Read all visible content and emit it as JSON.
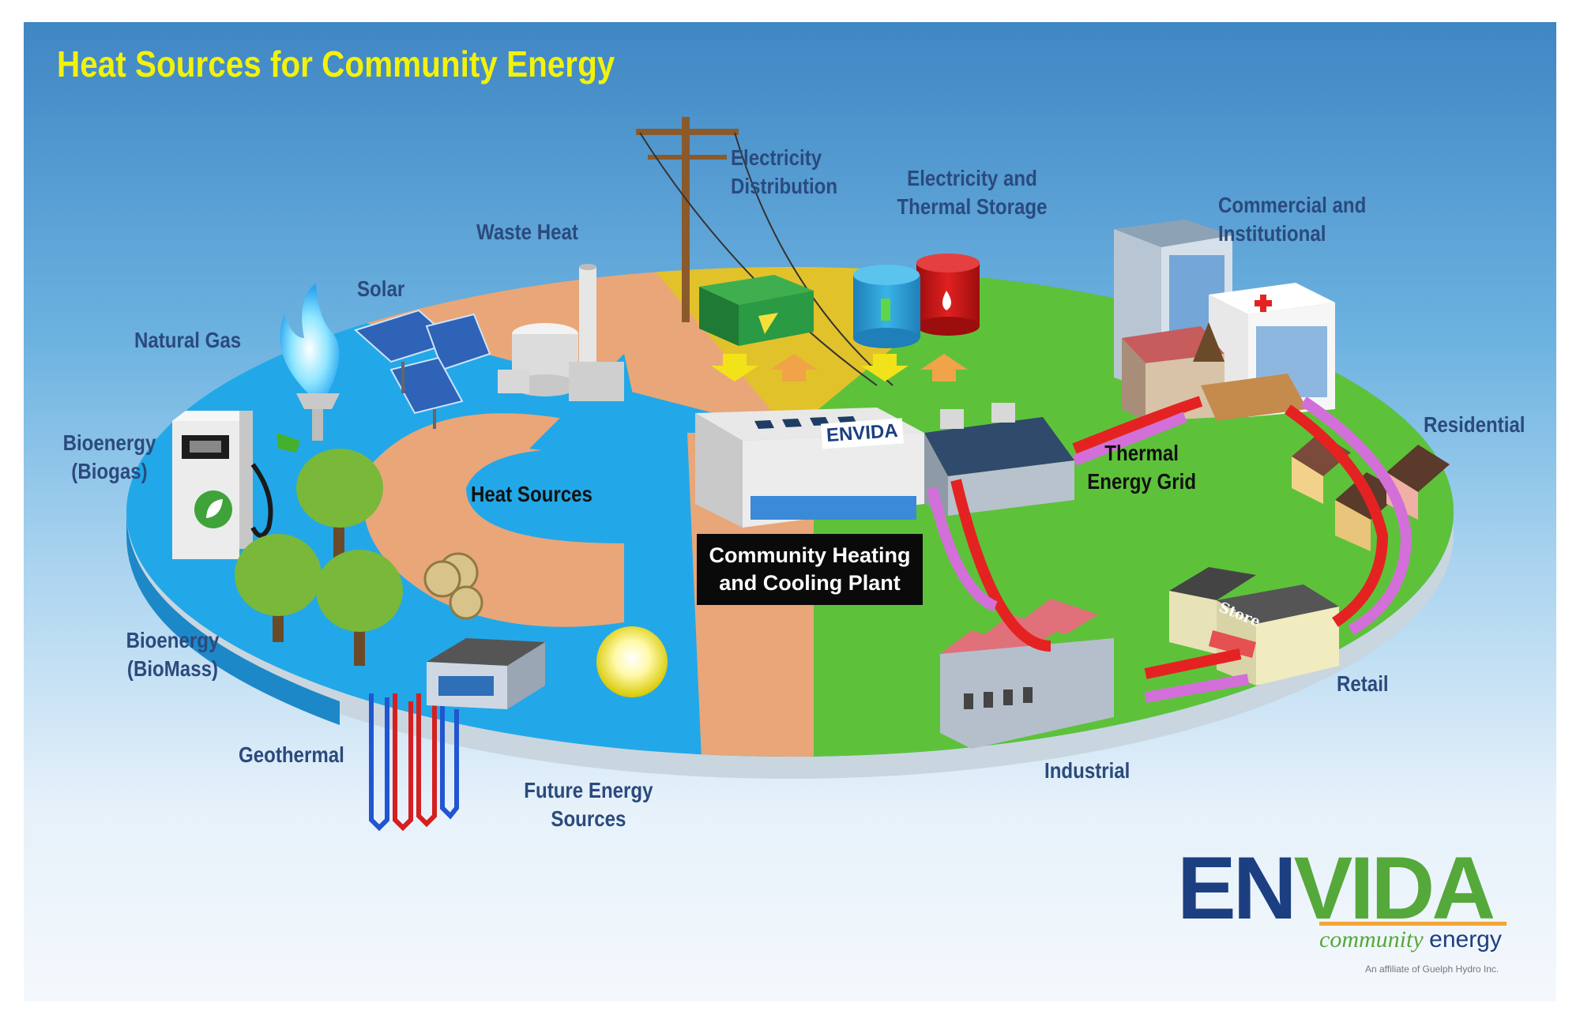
{
  "title": "Heat Sources for Community Energy",
  "labels": {
    "natural_gas": "Natural Gas",
    "solar": "Solar",
    "waste_heat": "Waste Heat",
    "electricity_distribution": "Electricity\nDistribution",
    "electricity_thermal_storage": "Electricity and\nThermal Storage",
    "commercial_institutional": "Commercial and\nInstitutional",
    "residential": "Residential",
    "bioenergy_biogas": "Bioenergy\n(Biogas)",
    "heat_sources": "Heat Sources",
    "thermal_energy_grid": "Thermal\nEnergy Grid",
    "community_plant": "Community Heating\nand Cooling Plant",
    "bioenergy_biomass": "Bioenergy\n(BioMass)",
    "geothermal": "Geothermal",
    "future_energy_sources": "Future Energy\nSources",
    "industrial": "Industrial",
    "retail": "Retail"
  },
  "plant_sign": "ENVIDA",
  "store_sign": "Store",
  "logo": {
    "en": "EN",
    "vida": "VIDA",
    "tagline_1": "community",
    "tagline_2": "energy",
    "affiliate": "An affiliate of Guelph Hydro Inc."
  },
  "colors": {
    "sky_top": "#3f86c4",
    "title": "#f2f20a",
    "label": "#2b4a7d",
    "heat_zone": "#e9a679",
    "water_zone": "#22a8e8",
    "electric_zone": "#e2c22a",
    "consumer_zone": "#5dc23a",
    "supply_arrow": "#e52222",
    "return_arrow": "#d36fd8",
    "brand_blue": "#1c3f82",
    "brand_green": "#55a83a"
  }
}
